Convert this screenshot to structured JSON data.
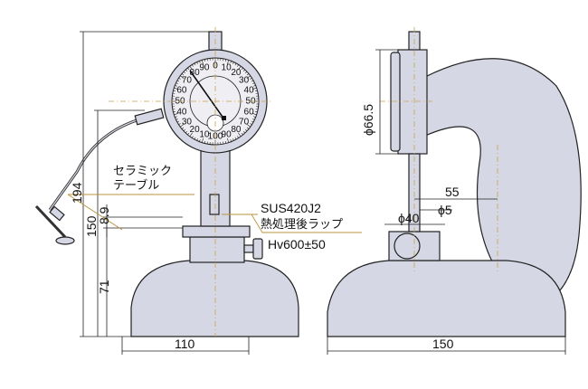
{
  "dimensions": {
    "total_height": "194",
    "dial_center_height": "150",
    "table_thickness": "8.9",
    "table_height": "71",
    "base_width_front": "110",
    "base_width_side": "150",
    "dial_diameter": "ϕ66.5",
    "throat_depth": "55",
    "stem_diameter": "ϕ5",
    "table_diameter": "ϕ40"
  },
  "annotations": {
    "ceramic_line1": "セラミック",
    "ceramic_line2": "テーブル",
    "material": "SUS420J2",
    "process": "熱処理後ラップ",
    "hardness": "Hv600±50"
  },
  "dial": {
    "labels": [
      "0",
      "10",
      "20",
      "30",
      "40",
      "50",
      "60",
      "70",
      "80",
      "90",
      "100",
      "10",
      "20",
      "30",
      "40",
      "50",
      "60",
      "70",
      "80",
      "90"
    ]
  },
  "colors": {
    "body": "#d5d7e4",
    "leader": "#b8963c"
  }
}
